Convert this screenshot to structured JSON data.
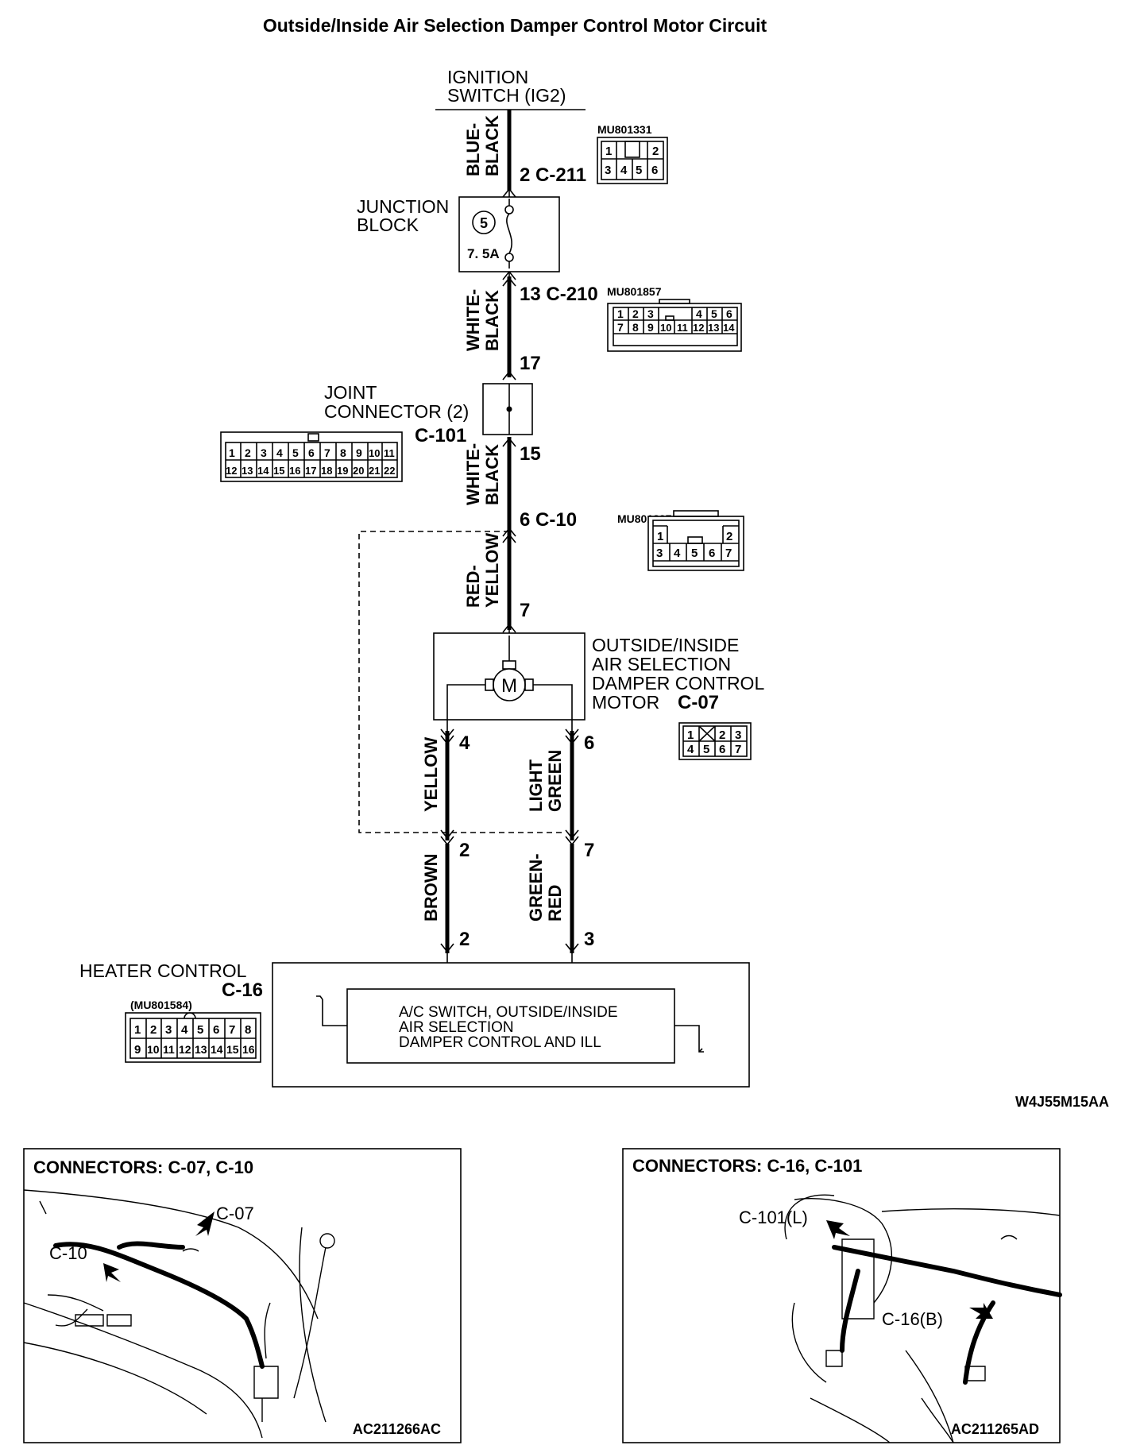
{
  "title": "Outside/Inside Air Selection Damper Control Motor Circuit",
  "figure_id": "W4J55M15AA",
  "ignition_switch": {
    "line1": "IGNITION",
    "line2": "SWITCH (IG2)"
  },
  "wire_blue_black": {
    "line1": "BLUE-",
    "line2": "BLACK"
  },
  "c211": {
    "label": "2  C-211",
    "part": "MU801331",
    "pins_top": [
      "1",
      "2"
    ],
    "pins_bottom": [
      "3",
      "4",
      "5",
      "6"
    ]
  },
  "junction_block": {
    "line1": "JUNCTION",
    "line2": "BLOCK",
    "fuse_no": "5",
    "fuse_amp": "7. 5A"
  },
  "c210": {
    "label": "13  C-210",
    "part": "MU801857",
    "pins_top": [
      "1",
      "2",
      "3",
      "4",
      "5",
      "6"
    ],
    "pins_bottom": [
      "7",
      "8",
      "9",
      "10",
      "11",
      "12",
      "13",
      "14"
    ]
  },
  "wire_white_black_1": {
    "line1": "WHITE-",
    "line2": "BLACK"
  },
  "pin_17": "17",
  "joint_connector": {
    "line1": "JOINT",
    "line2": "CONNECTOR (2)",
    "id": "C-101",
    "pins_top": [
      "1",
      "2",
      "3",
      "4",
      "5",
      "6",
      "7",
      "8",
      "9",
      "10",
      "11"
    ],
    "pins_bottom": [
      "12",
      "13",
      "14",
      "15",
      "16",
      "17",
      "18",
      "19",
      "20",
      "21",
      "22"
    ]
  },
  "pin_15": "15",
  "wire_white_black_2": {
    "line1": "WHITE-",
    "line2": "BLACK"
  },
  "c10": {
    "label": "6  C-10",
    "part": "MU801837",
    "pins_top": [
      "1",
      "2"
    ],
    "pins_bottom": [
      "3",
      "4",
      "5",
      "6",
      "7"
    ]
  },
  "wire_red_yellow": {
    "line1": "RED-",
    "line2": "YELLOW"
  },
  "pin_7_top": "7",
  "motor": {
    "line1": "OUTSIDE/INSIDE",
    "line2": "AIR SELECTION",
    "line3": "DAMPER CONTROL",
    "line4": "MOTOR",
    "id": "C-07",
    "symbol": "M",
    "pins_top": [
      "1",
      "2",
      "3"
    ],
    "pins_bottom": [
      "4",
      "5",
      "6",
      "7"
    ]
  },
  "pin_4": "4",
  "pin_6": "6",
  "wire_yellow": "YELLOW",
  "wire_light_green": {
    "line1": "LIGHT",
    "line2": "GREEN"
  },
  "pin_2_mid": "2",
  "pin_7_mid": "7",
  "wire_brown": "BROWN",
  "wire_green_red": {
    "line1": "GREEN-",
    "line2": "RED"
  },
  "pin_2_bot": "2",
  "pin_3_bot": "3",
  "heater_control": {
    "line1": "HEATER CONTROL",
    "id": "C-16",
    "part": "(MU801584)",
    "pins_top": [
      "1",
      "2",
      "3",
      "4",
      "5",
      "6",
      "7",
      "8"
    ],
    "pins_bottom": [
      "9",
      "10",
      "11",
      "12",
      "13",
      "14",
      "15",
      "16"
    ]
  },
  "inner_box": {
    "line1": "A/C SWITCH, OUTSIDE/INSIDE",
    "line2": "AIR SELECTION",
    "line3": "DAMPER CONTROL AND ILL"
  },
  "panel_left": {
    "title": "CONNECTORS: C-07, C-10",
    "label_c07": "C-07",
    "label_c10": "C-10",
    "ref": "AC211266AC"
  },
  "panel_right": {
    "title": "CONNECTORS: C-16, C-101",
    "label_c101": "C-101(L)",
    "label_c16": "C-16(B)",
    "ref": "AC211265AD"
  }
}
